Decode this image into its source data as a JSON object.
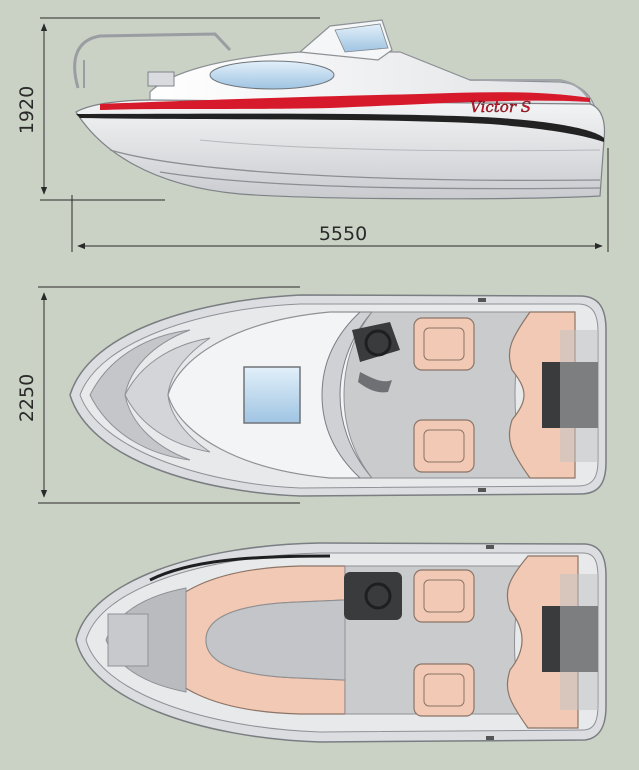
{
  "dimensions": {
    "height": "1920",
    "length": "5550",
    "beam": "2250"
  },
  "decal": {
    "text": "Victor S"
  },
  "colors": {
    "background": "#c9d2c4",
    "hull": "#e9eaec",
    "deck": "#d6d7da",
    "cushion": "#f1c9b4",
    "stripe_red": "#d6192b",
    "stripe_dark": "#222222",
    "glass": "#b9d6ec",
    "console": "#3a3b3d"
  },
  "views": [
    "side-view",
    "top-view-cabin",
    "top-view-open"
  ]
}
